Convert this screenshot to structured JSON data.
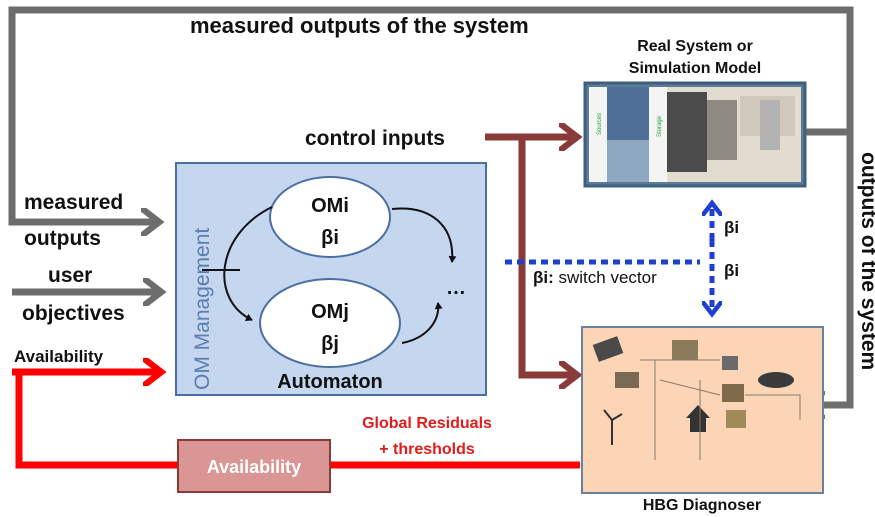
{
  "labels": {
    "measured_outputs_system_top": "measured outputs of the system",
    "real_system_line1": "Real System or",
    "real_system_line2": "Simulation Model",
    "control_inputs": "control  inputs",
    "measured_outputs_line1": "measured",
    "measured_outputs_line2": "outputs",
    "user_objectives_line1": "user",
    "user_objectives_line2": "objectives",
    "availability_input": "Availability",
    "om_management": "OM Management",
    "om_i_line1": "OMi",
    "om_i_line2": "βi",
    "om_j_line1": "OMj",
    "om_j_line2": "βj",
    "ellipsis": "…",
    "automaton": "Automaton",
    "switch_vector_beta": "βi:",
    "switch_vector_text": " switch vector",
    "beta_upper": "βi",
    "beta_lower": "βi",
    "outputs_of_system_vertical": "outputs of the system",
    "global_residuals_line1": "Global Residuals",
    "global_residuals_line2": "+ thresholds",
    "availability_block": "Availability",
    "hbg_diagnoser": "HBG Diagnoser",
    "photo_sources": "Sources",
    "photo_storage": "Storage"
  },
  "colors": {
    "gray_arrow": "#6d6d6d",
    "dark_red_arrow": "#8b3a3a",
    "red_arrow": "#ff0000",
    "blue_dotted": "#1f3fd0",
    "om_box_fill": "#c5d6ef",
    "om_box_border": "#4a6fa0",
    "availability_fill": "#d99694",
    "availability_border": "#8b3a3a",
    "hbg_fill": "#fbd5b5",
    "residuals_text": "#e21b1b"
  }
}
